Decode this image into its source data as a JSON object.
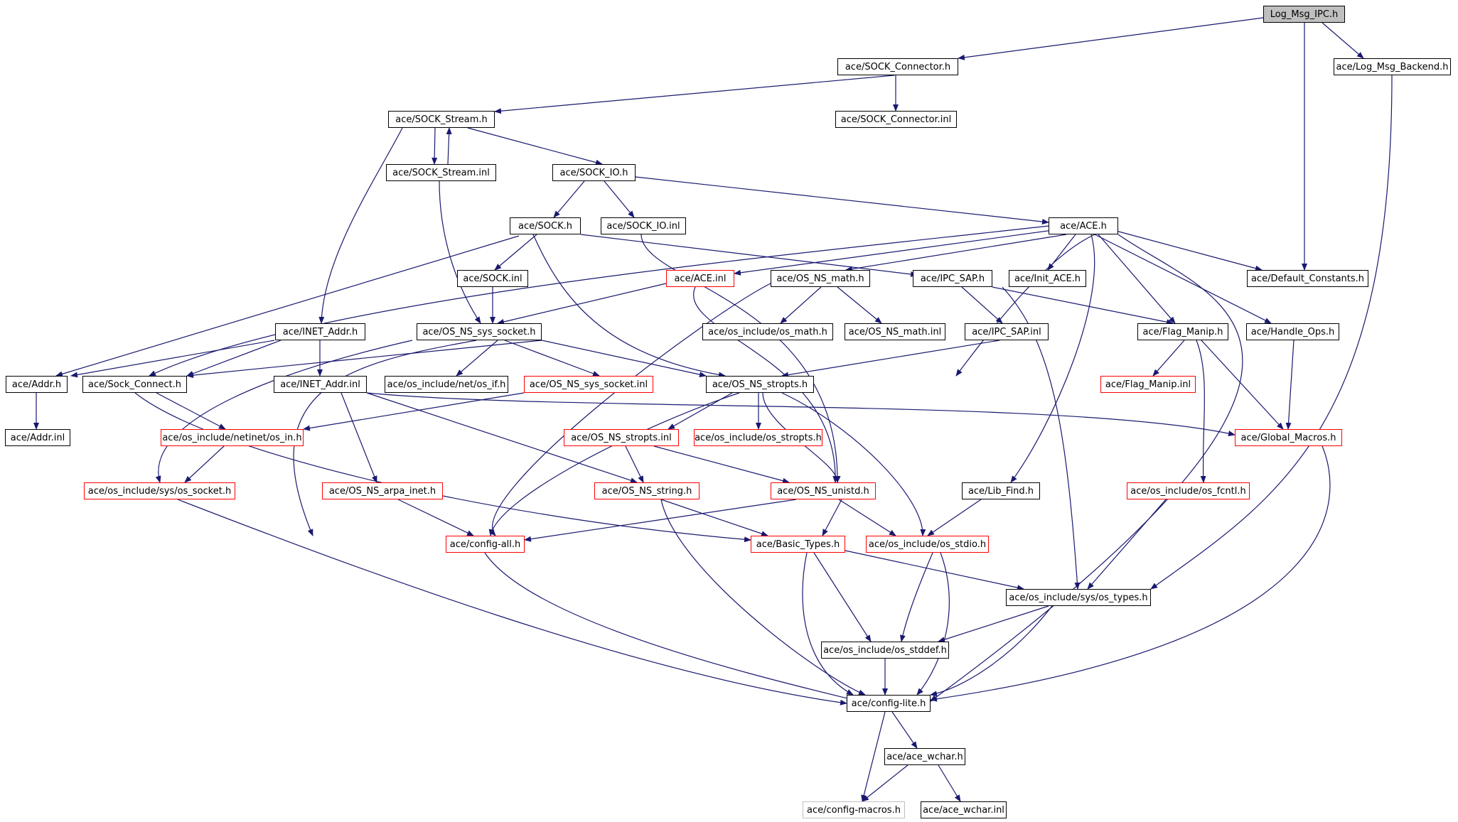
{
  "colors": {
    "edge": "#191970",
    "node_border": "#000000",
    "incomplete_border": "#ff0000",
    "root_fill": "#bfbfbf"
  },
  "nodes": {
    "n0": {
      "label": "Log_Msg_IPC.h"
    },
    "n1": {
      "label": "ace/SOCK_Connector.h"
    },
    "n2": {
      "label": "ace/Log_Msg_Backend.h"
    },
    "n3": {
      "label": "ace/SOCK_Stream.h"
    },
    "n4": {
      "label": "ace/SOCK_Connector.inl"
    },
    "n5": {
      "label": "ace/SOCK_Stream.inl"
    },
    "n6": {
      "label": "ace/SOCK_IO.h"
    },
    "n7": {
      "label": "ace/SOCK.h"
    },
    "n8": {
      "label": "ace/SOCK_IO.inl"
    },
    "n9": {
      "label": "ace/ACE.h"
    },
    "n10": {
      "label": "ace/SOCK.inl"
    },
    "n11": {
      "label": "ace/ACE.inl"
    },
    "n12": {
      "label": "ace/OS_NS_math.h"
    },
    "n13": {
      "label": "ace/IPC_SAP.h"
    },
    "n14": {
      "label": "ace/Init_ACE.h"
    },
    "n15": {
      "label": "ace/Default_Constants.h"
    },
    "n16": {
      "label": "ace/INET_Addr.h"
    },
    "n17": {
      "label": "ace/OS_NS_sys_socket.h"
    },
    "n18": {
      "label": "ace/os_include/os_math.h"
    },
    "n19": {
      "label": "ace/OS_NS_math.inl"
    },
    "n20": {
      "label": "ace/IPC_SAP.inl"
    },
    "n21": {
      "label": "ace/Flag_Manip.h"
    },
    "n22": {
      "label": "ace/Handle_Ops.h"
    },
    "n23": {
      "label": "ace/Addr.h"
    },
    "n24": {
      "label": "ace/Sock_Connect.h"
    },
    "n25": {
      "label": "ace/INET_Addr.inl"
    },
    "n26": {
      "label": "ace/os_include/net/os_if.h"
    },
    "n27": {
      "label": "ace/OS_NS_sys_socket.inl"
    },
    "n28": {
      "label": "ace/OS_NS_stropts.h"
    },
    "n29": {
      "label": "ace/Flag_Manip.inl"
    },
    "n30": {
      "label": "ace/Addr.inl"
    },
    "n31": {
      "label": "ace/os_include/netinet/os_in.h"
    },
    "n32": {
      "label": "ace/OS_NS_stropts.inl"
    },
    "n33": {
      "label": "ace/os_include/os_stropts.h"
    },
    "n34": {
      "label": "ace/Global_Macros.h"
    },
    "n35": {
      "label": "ace/os_include/sys/os_socket.h"
    },
    "n36": {
      "label": "ace/OS_NS_arpa_inet.h"
    },
    "n37": {
      "label": "ace/OS_NS_string.h"
    },
    "n38": {
      "label": "ace/OS_NS_unistd.h"
    },
    "n39": {
      "label": "ace/Lib_Find.h"
    },
    "n40": {
      "label": "ace/os_include/os_fcntl.h"
    },
    "n41": {
      "label": "ace/config-all.h"
    },
    "n42": {
      "label": "ace/Basic_Types.h"
    },
    "n43": {
      "label": "ace/os_include/os_stdio.h"
    },
    "n44": {
      "label": "ace/os_include/sys/os_types.h"
    },
    "n45": {
      "label": "ace/os_include/os_stddef.h"
    },
    "n46": {
      "label": "ace/config-lite.h"
    },
    "n47": {
      "label": "ace/ace_wchar.h"
    },
    "n48": {
      "label": "ace/config-macros.h"
    },
    "n49": {
      "label": "ace/ace_wchar.inl"
    }
  }
}
